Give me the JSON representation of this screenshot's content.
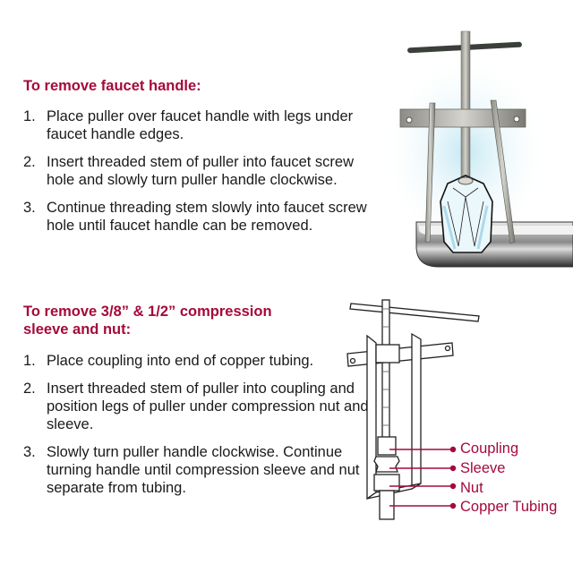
{
  "section1": {
    "heading": "To remove faucet handle:",
    "steps": [
      {
        "num": "1.",
        "text": "Place puller over faucet handle with legs under faucet handle edges."
      },
      {
        "num": "2.",
        "text": "Insert threaded stem of puller into faucet screw hole and slowly turn puller handle clockwise."
      },
      {
        "num": "3.",
        "text": "Continue threading stem slowly into faucet screw hole until faucet handle can be removed."
      }
    ]
  },
  "section2": {
    "heading_line1": "To remove 3/8” & 1/2” compression",
    "heading_line2": "sleeve and nut:",
    "steps": [
      {
        "num": "1.",
        "text": "Place coupling into end of copper tubing."
      },
      {
        "num": "2.",
        "text": "Insert threaded stem of puller into coupling and position legs of puller under compression nut and sleeve."
      },
      {
        "num": "3.",
        "text": "Slowly turn puller handle clockwise. Continue turning handle until compression sleeve and nut separate from tubing."
      }
    ]
  },
  "diagram_labels": {
    "coupling": "Coupling",
    "sleeve": "Sleeve",
    "nut": "Nut",
    "copper_tubing": "Copper Tubing"
  },
  "colors": {
    "accent": "#a50a3a",
    "text": "#1a1a1a"
  }
}
